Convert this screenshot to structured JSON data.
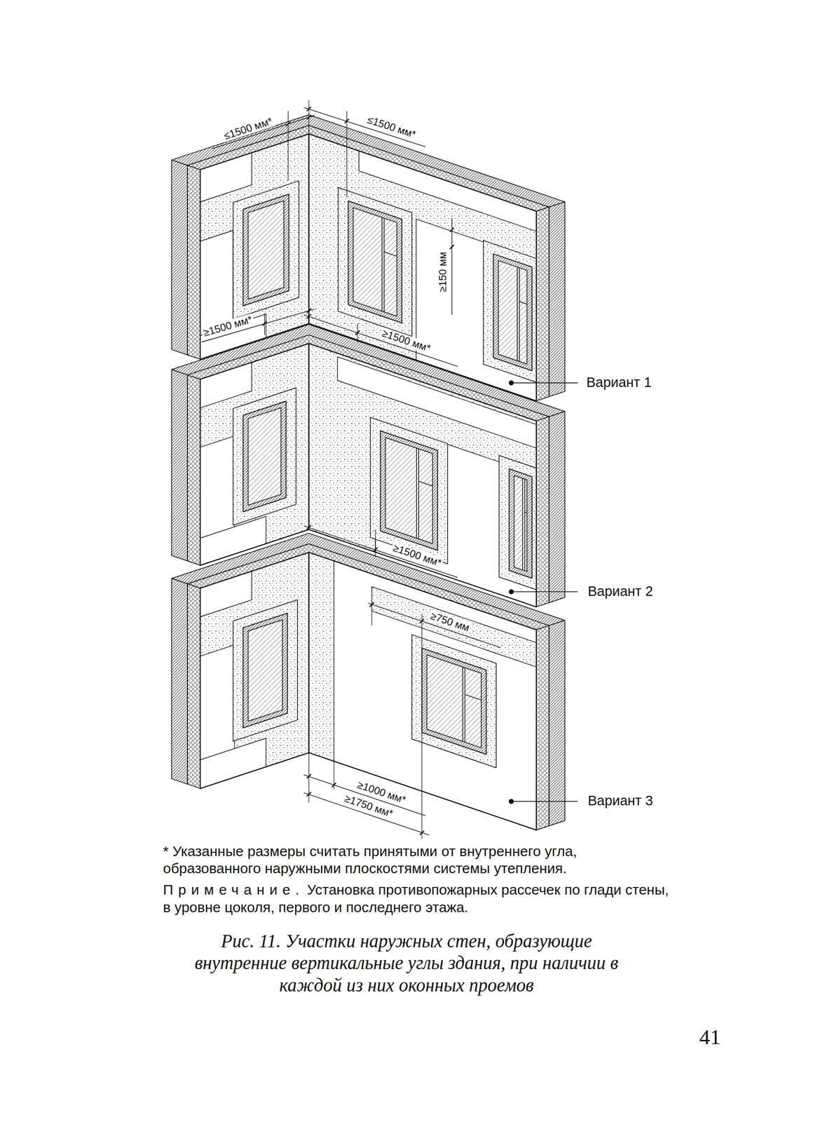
{
  "diagram": {
    "caption": "Рис. 11. Участки наружных стен, образующие внутренние вертикальные углы здания, при наличии в каждой из них оконных проемов",
    "labels": [
      "≤1500 мм*",
      "≤1500 мм*",
      "≥150 мм",
      "≥1500 мм*",
      "≥1500 мм*",
      "Вариант 1",
      "≥1500 мм*",
      "Вариант 2",
      "≥750 мм",
      "≥1000 мм*",
      "≥1750 мм*",
      "Вариант 3",
      "* Указанные размеры считать принятыми от внутреннего угла, образованного наружными плоскостями системы утепления.",
      "Примечание.",
      "Установка противопожарных рассечек по глади стены, в уровне цоколя, первого и последнего этажа.",
      "41"
    ]
  }
}
